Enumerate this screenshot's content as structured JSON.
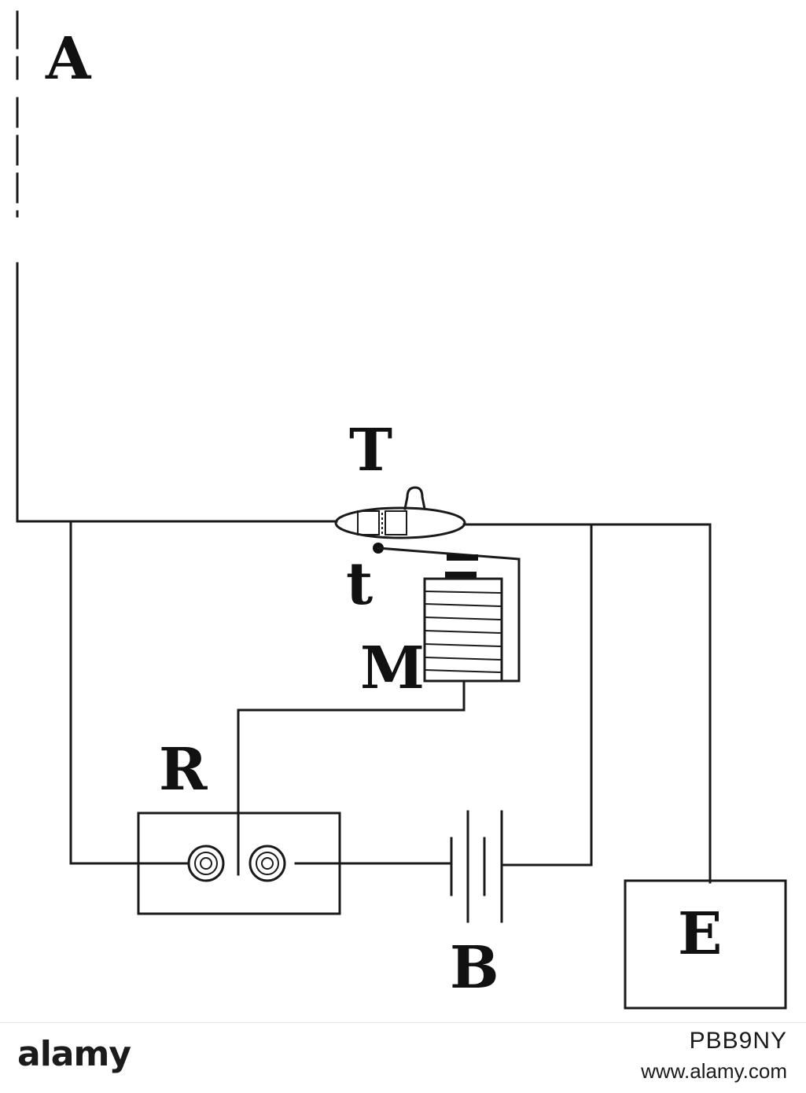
{
  "diagram": {
    "labels": {
      "antenna": "A",
      "coherer": "T",
      "tapper": "t",
      "magnet": "M",
      "relay": "R",
      "battery": "B",
      "earth": "E"
    }
  },
  "footer": {
    "logo": "alamy",
    "image_id": "PBB9NY",
    "url": "www.alamy.com"
  }
}
